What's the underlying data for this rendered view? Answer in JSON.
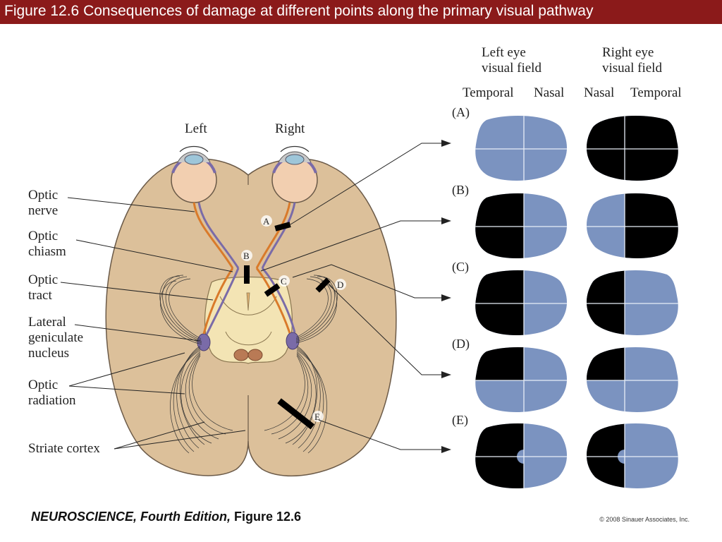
{
  "title": "Figure 12.6  Consequences of damage at different points along the primary visual pathway",
  "colors": {
    "title_bar": "#8b1a1a",
    "brain": "#dcc09a",
    "brain_outline": "#6b5a48",
    "field_intact": "#7b93c0",
    "field_lost": "#000000"
  },
  "brain_labels": {
    "left": "Left",
    "right": "Right",
    "optic_nerve": [
      "Optic",
      "nerve"
    ],
    "optic_chiasm": [
      "Optic",
      "chiasm"
    ],
    "optic_tract": [
      "Optic",
      "tract"
    ],
    "lgn": [
      "Lateral",
      "geniculate",
      "nucleus"
    ],
    "optic_radiation": [
      "Optic",
      "radiation"
    ],
    "striate_cortex": "Striate cortex"
  },
  "lesion_sites": [
    "A",
    "B",
    "C",
    "D",
    "E"
  ],
  "field_headers": {
    "left_eye": [
      "Left eye",
      "visual field"
    ],
    "right_eye": [
      "Right eye",
      "visual field"
    ],
    "left_cols": [
      "Temporal",
      "Nasal"
    ],
    "right_cols": [
      "Nasal",
      "Temporal"
    ]
  },
  "deficits": [
    {
      "label": "(A)",
      "left_eye": {
        "temporal": "intact",
        "nasal": "intact"
      },
      "right_eye": {
        "nasal": "lost",
        "temporal": "lost"
      }
    },
    {
      "label": "(B)",
      "left_eye": {
        "temporal": "lost",
        "nasal": "intact"
      },
      "right_eye": {
        "nasal": "intact",
        "temporal": "lost"
      }
    },
    {
      "label": "(C)",
      "left_eye": {
        "temporal": "lost",
        "nasal": "intact"
      },
      "right_eye": {
        "nasal": "lost",
        "temporal": "intact"
      }
    },
    {
      "label": "(D)",
      "left_eye": {
        "temporal": "lost (upper)",
        "nasal": "intact"
      },
      "right_eye": {
        "nasal": "lost (upper)",
        "temporal": "intact"
      }
    },
    {
      "label": "(E)",
      "left_eye": {
        "temporal": "lost",
        "nasal": "intact",
        "macula": "spared"
      },
      "right_eye": {
        "nasal": "lost",
        "temporal": "intact",
        "macula": "spared"
      }
    }
  ],
  "footer": {
    "book": "NEUROSCIENCE,",
    "edition": " Fourth Edition,",
    "figure": " Figure 12.6",
    "copyright": "© 2008 Sinauer Associates, Inc."
  }
}
